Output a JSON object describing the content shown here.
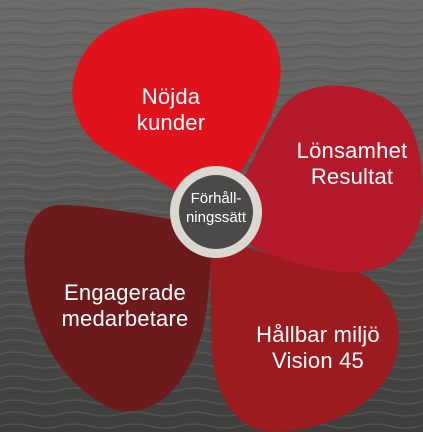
{
  "diagram": {
    "center": {
      "line1": "Förhåll-",
      "line2": "ningssätt"
    },
    "petals": [
      {
        "id": "top-left",
        "line1": "Nöjda",
        "line2": "kunder",
        "color": "#e0121c"
      },
      {
        "id": "right",
        "line1": "Lönsamhet",
        "line2": "Resultat",
        "color": "#b51a2a"
      },
      {
        "id": "bottom-right",
        "line1": "Hållbar miljö",
        "line2": "Vision 45",
        "color": "#9b1b1e"
      },
      {
        "id": "left",
        "line1": "Engagerade",
        "line2": "medarbetare",
        "color": "#6d1a1d"
      }
    ],
    "colors": {
      "background": "#5a5a58",
      "ring": "#d9d9d2",
      "hub": "#4a4a4a"
    }
  }
}
